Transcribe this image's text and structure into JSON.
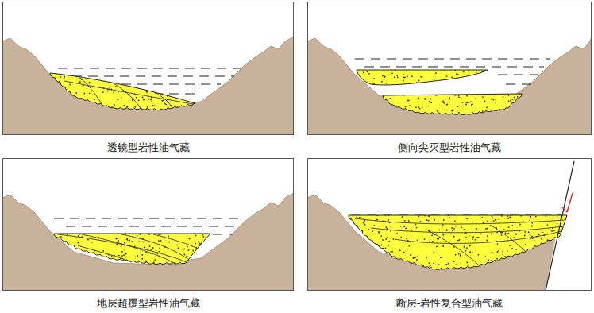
{
  "diagram": {
    "labels": [
      "透镜型岩性油气藏",
      "侧向尖灭型岩性油气藏",
      "地层超覆型岩性油气藏",
      "断层-岩性复合型油气藏"
    ]
  }
}
